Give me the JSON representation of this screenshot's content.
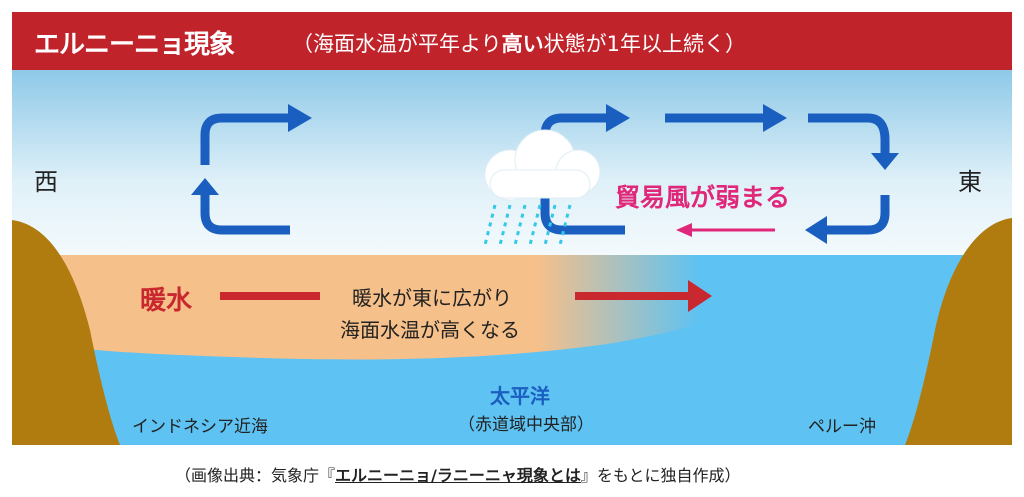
{
  "title": "エルニーニョ現象",
  "subtitle_pre": "（海面水温が平年より",
  "subtitle_bold1": "高い",
  "subtitle_post": "状態が1年以上続く）",
  "west": "西",
  "east": "東",
  "trade_wind": "貿易風が弱まる",
  "warm_water": "暖水",
  "warm_desc_line1": "暖水が東に広がり",
  "warm_desc_line2": "海面水温が高くなる",
  "ocean": "太平洋",
  "ocean_sub": "（赤道域中央部）",
  "indonesia": "インドネシア近海",
  "peru": "ペルー沖",
  "caption_pre": "（画像出典：気象庁『",
  "caption_link": "エルニーニョ/ラニーニャ現象とは",
  "caption_post": "』をもとに独自作成）",
  "colors": {
    "banner": "#c1232b",
    "arrow_blue": "#1a5fc0",
    "warm_red": "#c8282e",
    "wind_pink": "#e0287a",
    "land": "#b07c10",
    "sea": "#5ec2f2"
  }
}
